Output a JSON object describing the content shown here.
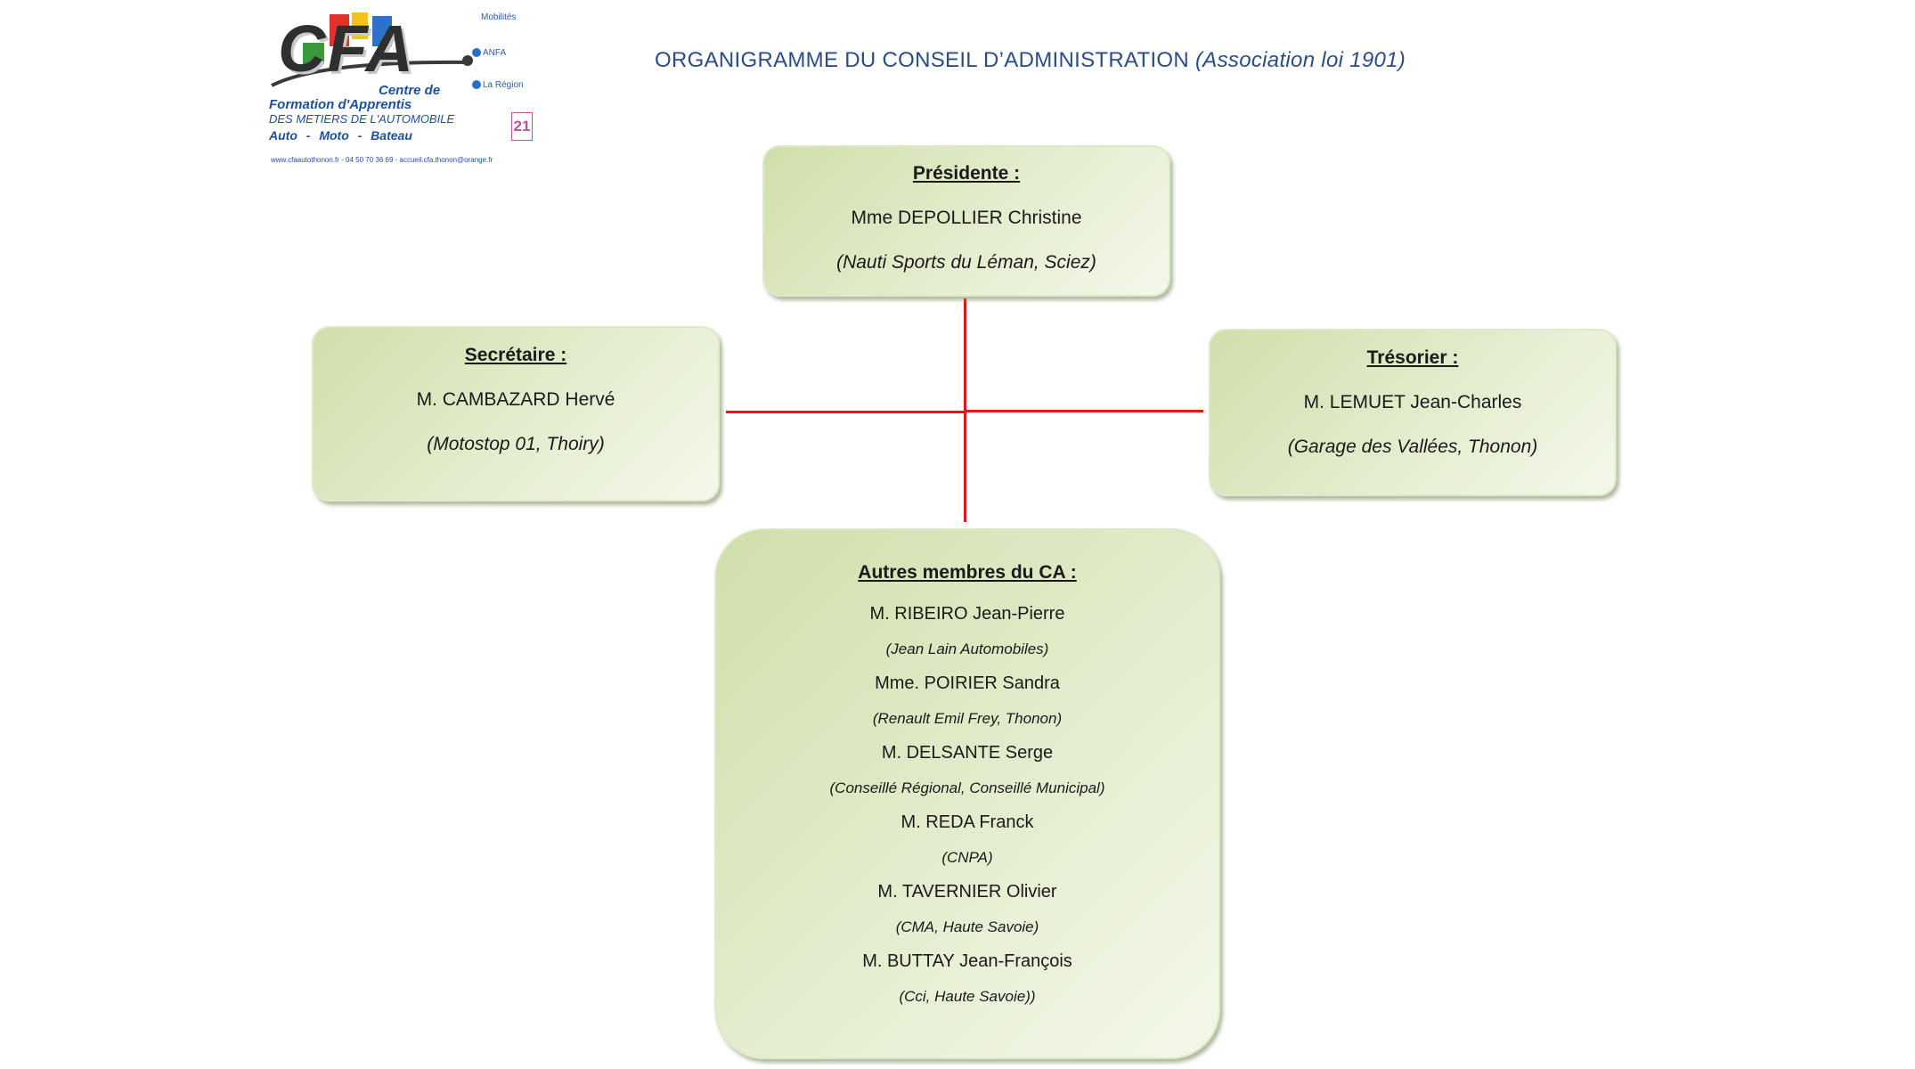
{
  "logo": {
    "cfa": "CFA",
    "line1": "Centre de",
    "line2": "Formation d'Apprentis",
    "line3": "DES METIERS DE L'AUTOMOBILE",
    "line4": "Auto - Moto - Bateau",
    "contact": "www.cfaautothonon.fr - 04 50 70 36 69 - accueil.cfa.thonon@orange.fr"
  },
  "partners": [
    {
      "label": "Mobilités"
    },
    {
      "label": "ANFA"
    },
    {
      "label": "La Région"
    },
    {
      "label": "21"
    }
  ],
  "title": {
    "main": "ORGANIGRAMME DU CONSEIL D’ADMINISTRATION",
    "sub": "(Association loi 1901)"
  },
  "presidente": {
    "heading": "Présidente :",
    "name": "Mme DEPOLLIER Christine",
    "org": "(Nauti Sports du Léman, Sciez)"
  },
  "secretaire": {
    "heading": "Secrétaire :",
    "name": "M. CAMBAZARD Hervé",
    "org": "(Motostop 01, Thoiry)"
  },
  "tresorier": {
    "heading": "Trésorier :",
    "name": "M. LEMUET Jean-Charles",
    "org": "(Garage des Vallées, Thonon)"
  },
  "autres": {
    "heading": "Autres membres du CA :",
    "members": [
      {
        "name": "M. RIBEIRO Jean-Pierre",
        "org": "(Jean Lain Automobiles)"
      },
      {
        "name": "Mme. POIRIER Sandra",
        "org": "(Renault Emil Frey, Thonon)"
      },
      {
        "name": "M. DELSANTE Serge",
        "org": "(Conseillé Régional, Conseillé Municipal)"
      },
      {
        "name": "M. REDA Franck",
        "org": "(CNPA)"
      },
      {
        "name": "M. TAVERNIER Olivier",
        "org": "(CMA, Haute Savoie)"
      },
      {
        "name": "M. BUTTAY Jean-François",
        "org": "(Cci, Haute Savoie))"
      }
    ]
  },
  "colors": {
    "connector": "#e3141c",
    "title": "#2b4d87",
    "box_fill_dark": "#cfdfa9",
    "box_fill_light": "#f4f8ea"
  }
}
